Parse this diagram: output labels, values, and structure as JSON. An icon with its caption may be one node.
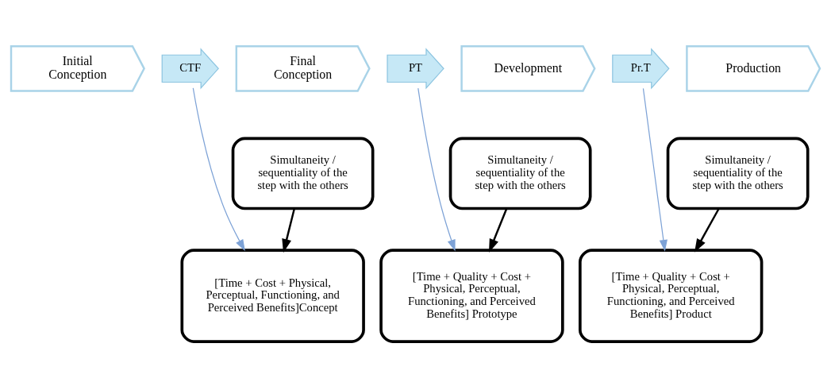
{
  "diagram": {
    "nodes": [
      {
        "text": [
          "Initial Conception"
        ]
      },
      {
        "text": [
          "CTF"
        ]
      },
      {
        "text": [
          "Final Conception"
        ]
      },
      {
        "text": [
          "PT"
        ]
      },
      {
        "text": [
          "Development"
        ]
      },
      {
        "text": [
          "Pr.T"
        ]
      },
      {
        "text": [
          "Production"
        ]
      },
      {
        "text": [
          "Simultaneity / sequentiality of the step with the others"
        ]
      },
      {
        "text": [
          "Simultaneity / sequentiality of the step with the others"
        ]
      },
      {
        "text": [
          "Simultaneity / sequentiality of the step with the others"
        ]
      },
      {
        "text": [
          "[Time + Cost + Physical, Perceptual, Functioning, and Perceived Benefits]Concept"
        ]
      },
      {
        "text": [
          "[Time + Quality + Cost + Physical, Perceptual, Functioning, and Perceived Benefits] Prototype"
        ]
      },
      {
        "text": [
          "[Time + Quality + Cost + Physical, Perceptual, Functioning, and Perceived Benefits] Product"
        ]
      }
    ],
    "edges": [
      {
        "from": 1,
        "to": 10,
        "arrow": "to",
        "color": "#7da2d6"
      },
      {
        "from": 7,
        "to": 10,
        "arrow": "to",
        "color": "#000000"
      },
      {
        "from": 3,
        "to": 11,
        "arrow": "to",
        "color": "#7da2d6"
      },
      {
        "from": 8,
        "to": 11,
        "arrow": "to",
        "color": "#000000"
      },
      {
        "from": 5,
        "to": 12,
        "arrow": "to",
        "color": "#7da2d6"
      },
      {
        "from": 9,
        "to": 12,
        "arrow": "to",
        "color": "#000000"
      }
    ]
  }
}
